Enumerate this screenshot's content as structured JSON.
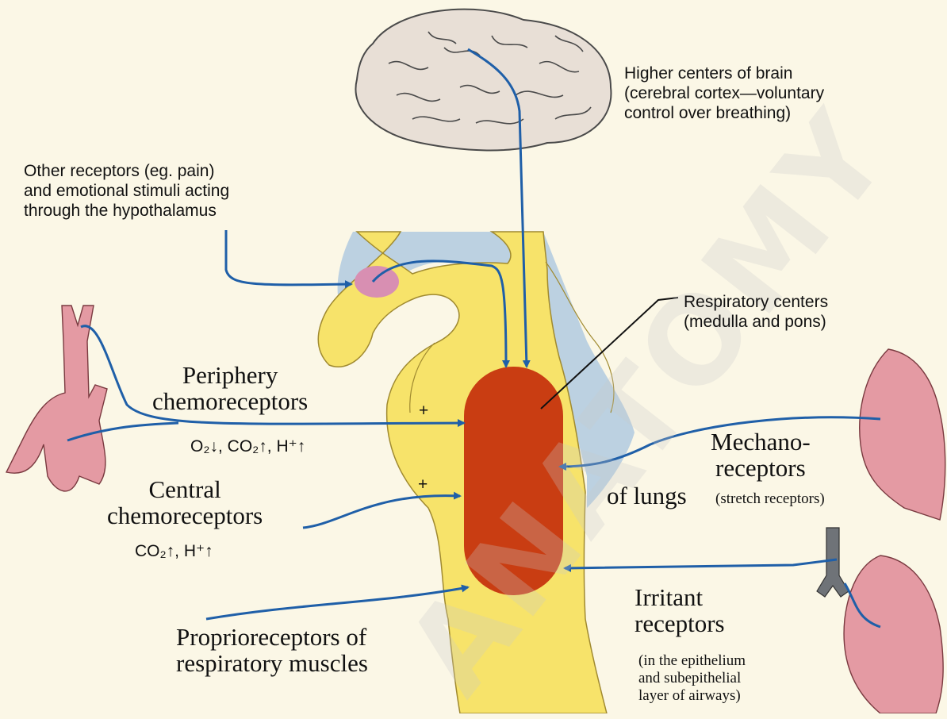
{
  "labels": {
    "higher_centers": "Higher centers of brain\n(cerebral cortex—voluntary\ncontrol over breathing)",
    "other_receptors": "Other receptors (eg. pain)\nand emotional stimuli acting\nthrough the hypothalamus",
    "respiratory_centers": "Respiratory centers\n(medulla and pons)",
    "periphery": "Periphery\nchemoreceptors",
    "periphery_stimuli": "O₂↓, CO₂↑, H⁺↑",
    "central": "Central\nchemoreceptors",
    "central_stimuli": "CO₂↑, H⁺↑",
    "mechano": "Mechano-\nreceptors",
    "mechano_lungs": "of lungs",
    "mechano_sub": "(stretch receptors)",
    "irritant": "Irritant\nreceptors",
    "irritant_sub": "(in the epithelium\nand subepithelial\nlayer of airways)",
    "proprio": "Proprioreceptors of\nrespiratory muscles",
    "plus_top": "+",
    "plus_bottom": "+"
  },
  "watermark": "ANATOMY",
  "colors": {
    "background": "#fbf7e6",
    "arrow": "#1f5fa8",
    "brainstem": "#f7e36a",
    "medulla_center": "#c93d12",
    "csf": "#b8cfe0",
    "lung": "#e49aa3",
    "brain": "#e8dfd6",
    "hypothalamus": "#d88fb2"
  }
}
